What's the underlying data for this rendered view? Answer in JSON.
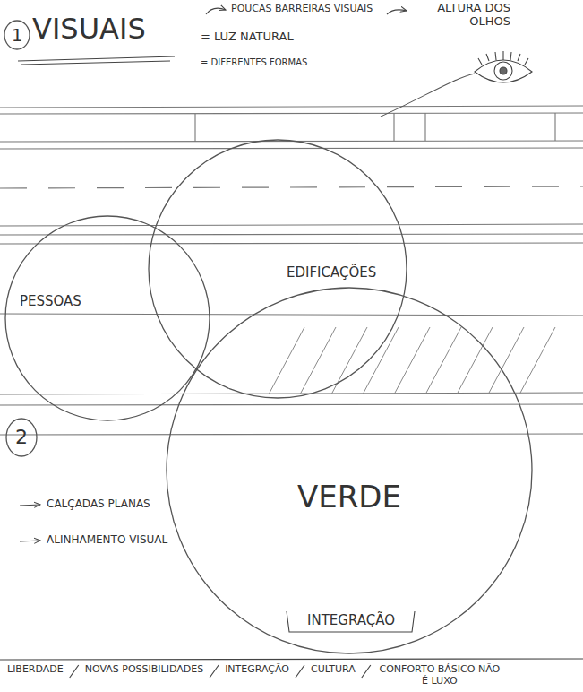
{
  "diagram": {
    "nodes": [
      {
        "text": [
          "1"
        ]
      },
      {
        "text": [
          "EDIFICAÇÕES"
        ]
      },
      {
        "text": [
          "PESSOAS"
        ]
      },
      {
        "text": [
          "VERDE",
          "INTEGRAÇÃO"
        ]
      },
      {
        "text": [
          "2"
        ]
      }
    ],
    "labels": [
      "VISUAIS",
      "POUCAS BARREIRAS VISUAIS",
      "ALTURA DOS OLHOS",
      "= LUZ NATURAL",
      "= DIFERENTES FORMAS",
      "CALÇADAS PLANAS",
      "ALINHAMENTO VISUAL",
      "LIBERDADE",
      "NOVAS POSSIBILIDADES",
      "INTEGRAÇÃO",
      "CULTURA",
      "CONFORTO BÁSICO NÃO É LUXO"
    ]
  }
}
